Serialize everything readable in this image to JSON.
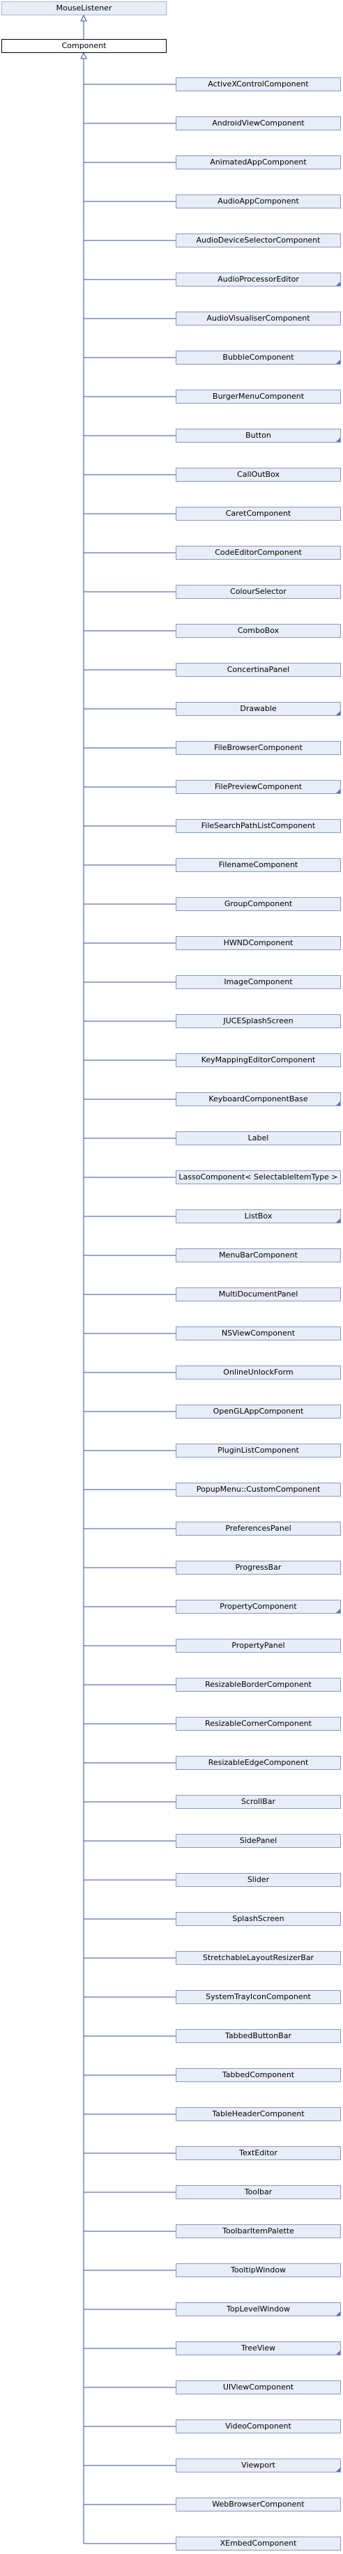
{
  "diagram": {
    "root": {
      "label": "MouseListener"
    },
    "base": {
      "label": "Component"
    },
    "children": [
      {
        "label": "ActiveXControlComponent",
        "has_more": false
      },
      {
        "label": "AndroidViewComponent",
        "has_more": false
      },
      {
        "label": "AnimatedAppComponent",
        "has_more": false
      },
      {
        "label": "AudioAppComponent",
        "has_more": false
      },
      {
        "label": "AudioDeviceSelectorComponent",
        "has_more": false
      },
      {
        "label": "AudioProcessorEditor",
        "has_more": true
      },
      {
        "label": "AudioVisualiserComponent",
        "has_more": false
      },
      {
        "label": "BubbleComponent",
        "has_more": true
      },
      {
        "label": "BurgerMenuComponent",
        "has_more": false
      },
      {
        "label": "Button",
        "has_more": true
      },
      {
        "label": "CallOutBox",
        "has_more": false
      },
      {
        "label": "CaretComponent",
        "has_more": false
      },
      {
        "label": "CodeEditorComponent",
        "has_more": false
      },
      {
        "label": "ColourSelector",
        "has_more": false
      },
      {
        "label": "ComboBox",
        "has_more": false
      },
      {
        "label": "ConcertinaPanel",
        "has_more": false
      },
      {
        "label": "Drawable",
        "has_more": true
      },
      {
        "label": "FileBrowserComponent",
        "has_more": false
      },
      {
        "label": "FilePreviewComponent",
        "has_more": true
      },
      {
        "label": "FileSearchPathListComponent",
        "has_more": false
      },
      {
        "label": "FilenameComponent",
        "has_more": false
      },
      {
        "label": "GroupComponent",
        "has_more": false
      },
      {
        "label": "HWNDComponent",
        "has_more": false
      },
      {
        "label": "ImageComponent",
        "has_more": false
      },
      {
        "label": "JUCESplashScreen",
        "has_more": false
      },
      {
        "label": "KeyMappingEditorComponent",
        "has_more": false
      },
      {
        "label": "KeyboardComponentBase",
        "has_more": true
      },
      {
        "label": "Label",
        "has_more": false
      },
      {
        "label": "LassoComponent< SelectableItemType >",
        "has_more": false
      },
      {
        "label": "ListBox",
        "has_more": true
      },
      {
        "label": "MenuBarComponent",
        "has_more": false
      },
      {
        "label": "MultiDocumentPanel",
        "has_more": false
      },
      {
        "label": "NSViewComponent",
        "has_more": false
      },
      {
        "label": "OnlineUnlockForm",
        "has_more": false
      },
      {
        "label": "OpenGLAppComponent",
        "has_more": false
      },
      {
        "label": "PluginListComponent",
        "has_more": false
      },
      {
        "label": "PopupMenu::CustomComponent",
        "has_more": false
      },
      {
        "label": "PreferencesPanel",
        "has_more": false
      },
      {
        "label": "ProgressBar",
        "has_more": false
      },
      {
        "label": "PropertyComponent",
        "has_more": true
      },
      {
        "label": "PropertyPanel",
        "has_more": false
      },
      {
        "label": "ResizableBorderComponent",
        "has_more": false
      },
      {
        "label": "ResizableCornerComponent",
        "has_more": false
      },
      {
        "label": "ResizableEdgeComponent",
        "has_more": false
      },
      {
        "label": "ScrollBar",
        "has_more": false
      },
      {
        "label": "SidePanel",
        "has_more": false
      },
      {
        "label": "Slider",
        "has_more": false
      },
      {
        "label": "SplashScreen",
        "has_more": false
      },
      {
        "label": "StretchableLayoutResizerBar",
        "has_more": false
      },
      {
        "label": "SystemTrayIconComponent",
        "has_more": false
      },
      {
        "label": "TabbedButtonBar",
        "has_more": false
      },
      {
        "label": "TabbedComponent",
        "has_more": false
      },
      {
        "label": "TableHeaderComponent",
        "has_more": false
      },
      {
        "label": "TextEditor",
        "has_more": false
      },
      {
        "label": "Toolbar",
        "has_more": false
      },
      {
        "label": "ToolbarItemPalette",
        "has_more": false
      },
      {
        "label": "TooltipWindow",
        "has_more": false
      },
      {
        "label": "TopLevelWindow",
        "has_more": true
      },
      {
        "label": "TreeView",
        "has_more": true
      },
      {
        "label": "UIViewComponent",
        "has_more": false
      },
      {
        "label": "VideoComponent",
        "has_more": false
      },
      {
        "label": "Viewport",
        "has_more": true
      },
      {
        "label": "WebBrowserComponent",
        "has_more": false
      },
      {
        "label": "XEmbedComponent",
        "has_more": false
      }
    ],
    "colors": {
      "node_fill": "#e8edf7",
      "node_border": "#8a97c8",
      "edge": "#3d4fa0",
      "base_border": "#000000"
    }
  }
}
